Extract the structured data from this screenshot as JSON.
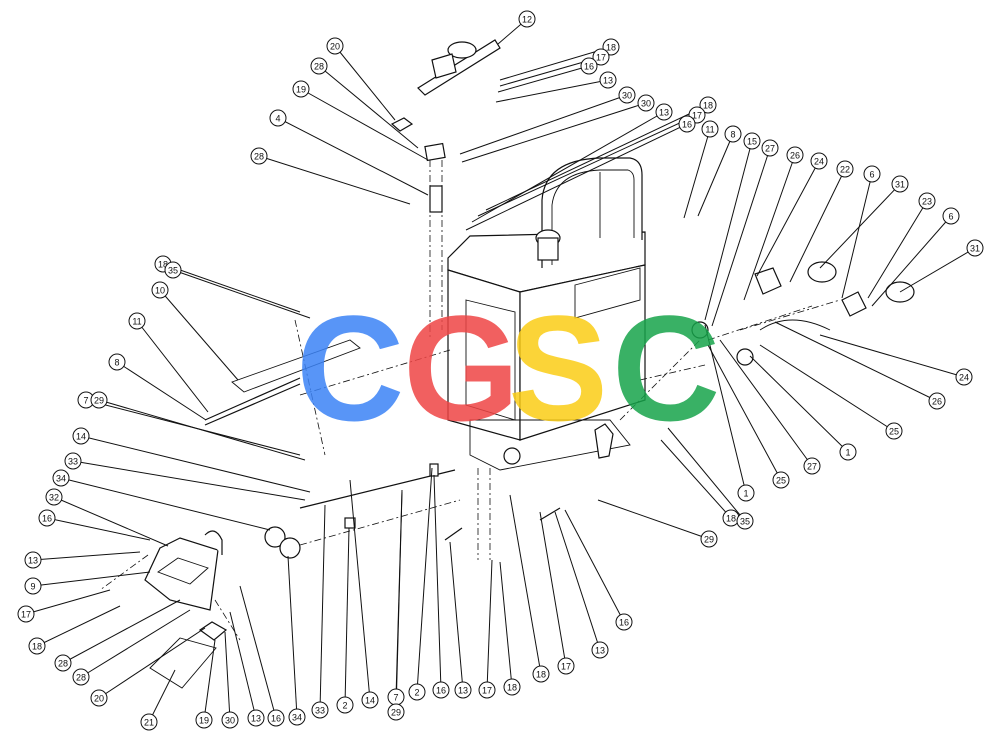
{
  "watermark": {
    "letters": [
      {
        "char": "C",
        "color": "#3b82f6"
      },
      {
        "char": "G",
        "color": "#ef4444"
      },
      {
        "char": "S",
        "color": "#facc15"
      },
      {
        "char": "C",
        "color": "#16a34a"
      }
    ]
  },
  "callouts": [
    {
      "id": "12"
    },
    {
      "id": "18"
    },
    {
      "id": "17"
    },
    {
      "id": "16"
    },
    {
      "id": "13"
    },
    {
      "id": "20"
    },
    {
      "id": "28"
    },
    {
      "id": "19"
    },
    {
      "id": "30"
    },
    {
      "id": "30"
    },
    {
      "id": "18"
    },
    {
      "id": "17"
    },
    {
      "id": "13"
    },
    {
      "id": "16"
    },
    {
      "id": "4"
    },
    {
      "id": "28"
    },
    {
      "id": "11"
    },
    {
      "id": "8"
    },
    {
      "id": "15"
    },
    {
      "id": "27"
    },
    {
      "id": "26"
    },
    {
      "id": "24"
    },
    {
      "id": "22"
    },
    {
      "id": "6"
    },
    {
      "id": "31"
    },
    {
      "id": "23"
    },
    {
      "id": "6"
    },
    {
      "id": "31"
    },
    {
      "id": "18"
    },
    {
      "id": "35"
    },
    {
      "id": "10"
    },
    {
      "id": "11"
    },
    {
      "id": "8"
    },
    {
      "id": "7"
    },
    {
      "id": "29"
    },
    {
      "id": "14"
    },
    {
      "id": "33"
    },
    {
      "id": "34"
    },
    {
      "id": "32"
    },
    {
      "id": "16"
    },
    {
      "id": "13"
    },
    {
      "id": "9"
    },
    {
      "id": "17"
    },
    {
      "id": "18"
    },
    {
      "id": "28"
    },
    {
      "id": "28"
    },
    {
      "id": "20"
    },
    {
      "id": "21"
    },
    {
      "id": "19"
    },
    {
      "id": "30"
    },
    {
      "id": "13"
    },
    {
      "id": "16"
    },
    {
      "id": "34"
    },
    {
      "id": "33"
    },
    {
      "id": "2"
    },
    {
      "id": "14"
    },
    {
      "id": "7"
    },
    {
      "id": "29"
    },
    {
      "id": "2"
    },
    {
      "id": "16"
    },
    {
      "id": "13"
    },
    {
      "id": "17"
    },
    {
      "id": "18"
    },
    {
      "id": "18"
    },
    {
      "id": "17"
    },
    {
      "id": "13"
    },
    {
      "id": "16"
    },
    {
      "id": "29"
    },
    {
      "id": "18"
    },
    {
      "id": "35"
    },
    {
      "id": "1"
    },
    {
      "id": "25"
    },
    {
      "id": "27"
    },
    {
      "id": "1"
    },
    {
      "id": "25"
    },
    {
      "id": "26"
    },
    {
      "id": "24"
    }
  ]
}
